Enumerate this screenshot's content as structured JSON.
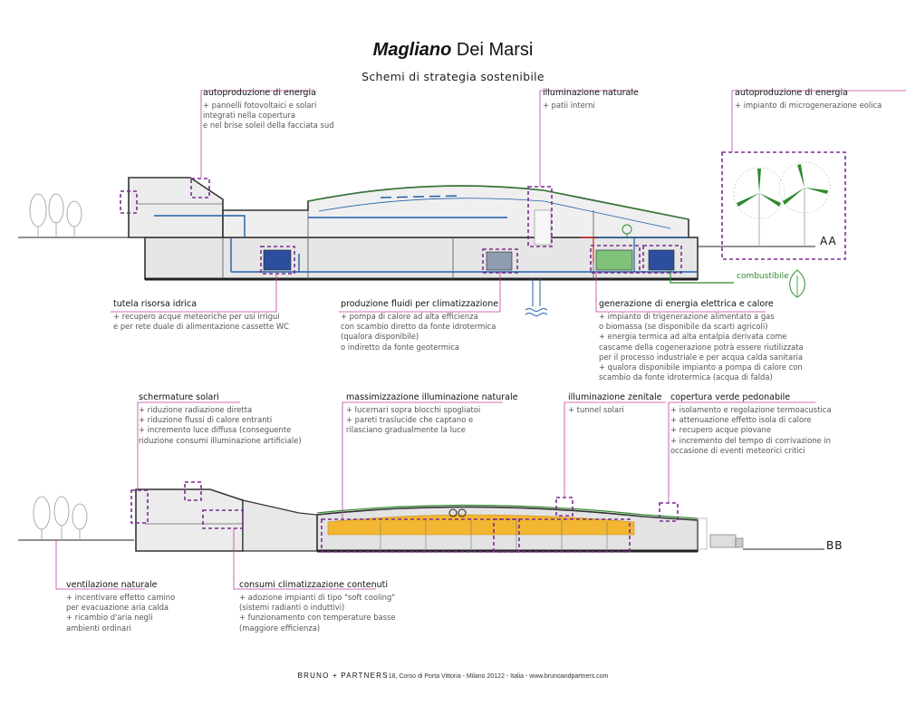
{
  "title": {
    "bold": "Magliano",
    "rest": " Dei Marsi"
  },
  "subtitle": "Schemi di strategia sostenibile",
  "section_labels": {
    "aa": "AA",
    "bb": "BB"
  },
  "combustibile": "combustibile",
  "annotations": {
    "autoproduzione_1": {
      "heading": "autoproduzione di energia",
      "lines": [
        "+ pannelli fotovoltaici e solari",
        "  integrati nella copertura",
        "  e nel brise soleil della facciata sud"
      ]
    },
    "illuminazione_naturale": {
      "heading": "illuminazione naturale",
      "lines": [
        "+ patii interni"
      ]
    },
    "autoproduzione_2": {
      "heading": "autoproduzione di energia",
      "lines": [
        "+ impianto di microgenerazione eolica"
      ]
    },
    "tutela": {
      "heading": "tutela risorsa idrica",
      "lines": [
        "+ recupero acque meteoriche per usi irrigui",
        "   e per rete duale di alimentazione cassette WC"
      ]
    },
    "produzione": {
      "heading": "produzione fluidi per climatizzazione",
      "lines": [
        "+ pompa di calore ad alta efficienza",
        "  con scambio diretto da fonte idrotermica",
        "  (qualora disponibile)",
        "  o indiretto da fonte geotermica"
      ]
    },
    "generazione": {
      "heading": "generazione di energia elettrica e calore",
      "lines": [
        "+ impianto di trigenerazione alimentato a gas",
        "  o biomassa (se disponibile da scarti agricoli)",
        "+ energia termica ad alta entalpia derivata come",
        "  cascame della cogenerazione potrà essere riutilizzata",
        "  per il processo industriale e per acqua calda sanitaria",
        "+ qualora disponibile impianto a pompa di calore con",
        "  scambio da fonte idrotermica (acqua di falda)"
      ]
    },
    "schermature": {
      "heading": "schermature solari",
      "lines": [
        "+ riduzione radiazione diretta",
        "+ riduzione flussi di calore entranti",
        "+ incremento luce diffusa (conseguente",
        "riduzione consumi illuminazione artificiale)"
      ]
    },
    "massimizzazione": {
      "heading": "massimizzazione illuminazione naturale",
      "lines": [
        "+ lucernari sopra blocchi spogliatoi",
        "+ pareti traslucide che captano e",
        "  rilasciano gradualmente la luce"
      ]
    },
    "zenitale": {
      "heading": "illuminazione zenitale",
      "lines": [
        "+ tunnel solari"
      ]
    },
    "copertura": {
      "heading": "copertura verde pedonabile",
      "lines": [
        "+ isolamento e regolazione termoacustica",
        "+ attenuazione effetto isola di calore",
        "+ recupero acque piovane",
        "+ incremento del tempo di corrivazione in",
        "  occasione di eventi meteorici critici"
      ]
    },
    "ventilazione": {
      "heading": "ventilazione naturale",
      "lines": [
        "+ incentivare effetto camino",
        "  per evacuazione aria calda",
        "+ ricambio d'aria negli",
        "  ambienti ordinari"
      ]
    },
    "consumi": {
      "heading": "consumi climatizzazione contenuti",
      "lines": [
        "+ adozione impianti di tipo \"soft cooling\"",
        "  (sistemi radianti o induttivi)",
        "+ funzionamento con temperature basse",
        "  (maggiore efficienza)"
      ]
    }
  },
  "footer": {
    "firm": "BRUNO + PARTNERS",
    "address": "18, Corso di Porta Vittoria - Milano 20122 - Italia - www.brunoandpartners.com"
  },
  "colors": {
    "accent_purple": "#7b2d8e",
    "pipe_blue": "#1f5fa8",
    "green": "#2e8b2e",
    "yellow": "#f2b632",
    "pink_line": "#c23fa0"
  }
}
